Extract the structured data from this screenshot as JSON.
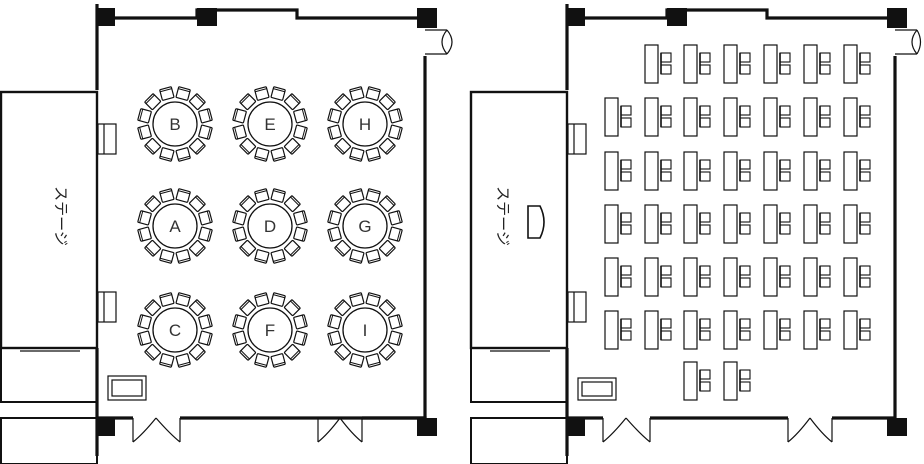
{
  "plans": [
    {
      "name": "banquet",
      "stage_label": "ステージ",
      "tables": [
        {
          "label": "B",
          "row": 0,
          "col": 0
        },
        {
          "label": "E",
          "row": 0,
          "col": 1
        },
        {
          "label": "H",
          "row": 0,
          "col": 2
        },
        {
          "label": "A",
          "row": 1,
          "col": 0
        },
        {
          "label": "D",
          "row": 1,
          "col": 1
        },
        {
          "label": "G",
          "row": 1,
          "col": 2
        },
        {
          "label": "C",
          "row": 2,
          "col": 0
        },
        {
          "label": "F",
          "row": 2,
          "col": 1
        },
        {
          "label": "I",
          "row": 2,
          "col": 2
        }
      ],
      "chairs_per_table": 12
    },
    {
      "name": "classroom",
      "stage_label": "ステージ",
      "desk_rows": [
        {
          "cols": [
            1,
            2,
            3,
            4,
            5,
            6
          ]
        },
        {
          "cols": [
            0,
            1,
            2,
            3,
            4,
            5,
            6
          ]
        },
        {
          "cols": [
            0,
            1,
            2,
            3,
            4,
            5,
            6
          ]
        },
        {
          "cols": [
            0,
            1,
            2,
            3,
            4,
            5,
            6
          ]
        },
        {
          "cols": [
            0,
            1,
            2,
            3,
            4,
            5,
            6
          ]
        },
        {
          "cols": [
            0,
            1,
            2,
            3,
            4,
            5,
            6
          ]
        },
        {
          "cols": [
            2,
            3
          ]
        }
      ]
    }
  ]
}
